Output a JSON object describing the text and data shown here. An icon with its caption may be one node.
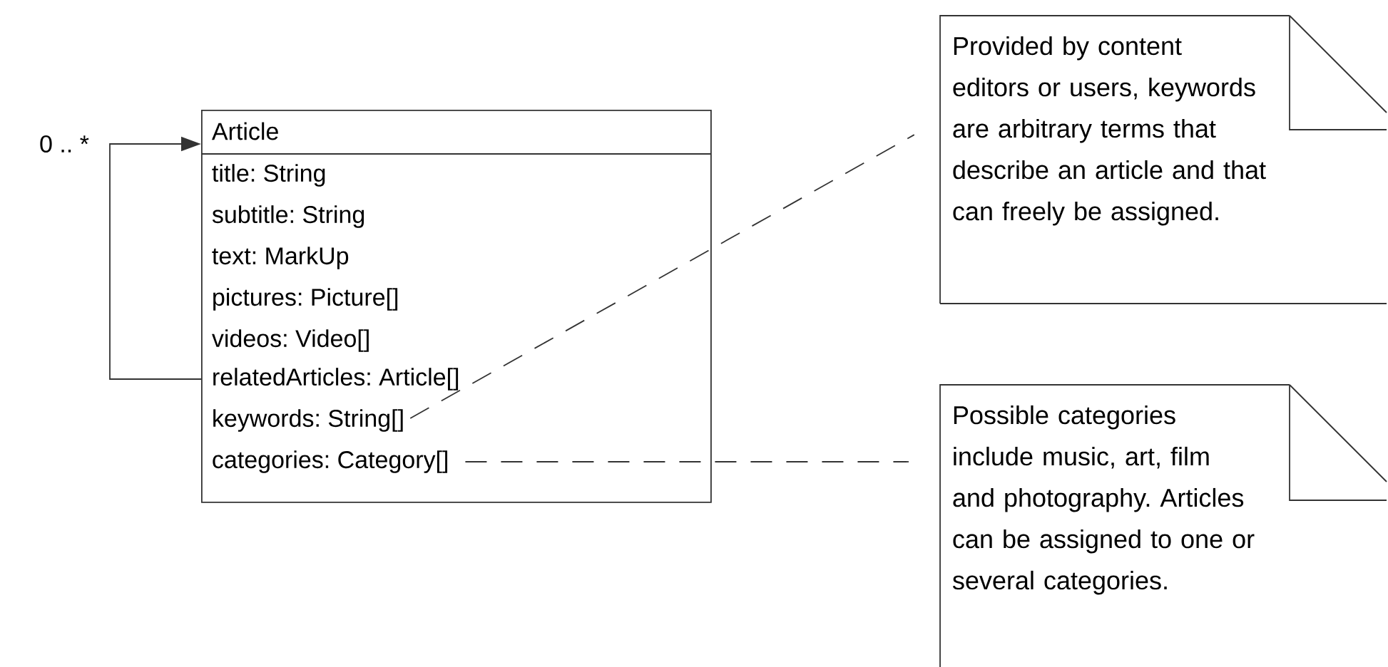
{
  "diagram": {
    "nodes": [
      {
        "text": [
          "Article"
        ]
      },
      {
        "text": [
          "title: String"
        ],
        "in": 0
      },
      {
        "text": [
          "subtitle: String"
        ],
        "in": 0
      },
      {
        "text": [
          "text: MarkUp"
        ],
        "in": 0
      },
      {
        "text": [
          "pictures: Picture[]"
        ],
        "in": 0
      },
      {
        "text": [
          "videos: Video[]"
        ],
        "in": 0
      },
      {
        "text": [
          "relatedArticles: Article[]"
        ],
        "in": 0
      },
      {
        "text": [
          "keywords: String[]"
        ],
        "in": 0
      },
      {
        "text": [
          "categories: Category[]"
        ],
        "in": 0
      },
      {
        "text": [
          "Provided by content editors or users, keywords are arbitrary terms that describe an article and that can freely be assigned."
        ]
      },
      {
        "text": [
          "Possible categories include music, art, film and photography. Articles can be assigned to one or several categories."
        ]
      }
    ],
    "edges": [
      {
        "from": 6,
        "to": 0,
        "arrow": "to",
        "label": "0 .. *"
      },
      {
        "from": 7,
        "to": 9,
        "arrow": "none",
        "style": "dashed"
      },
      {
        "from": 8,
        "to": 10,
        "arrow": "none",
        "style": "dashed"
      }
    ]
  }
}
